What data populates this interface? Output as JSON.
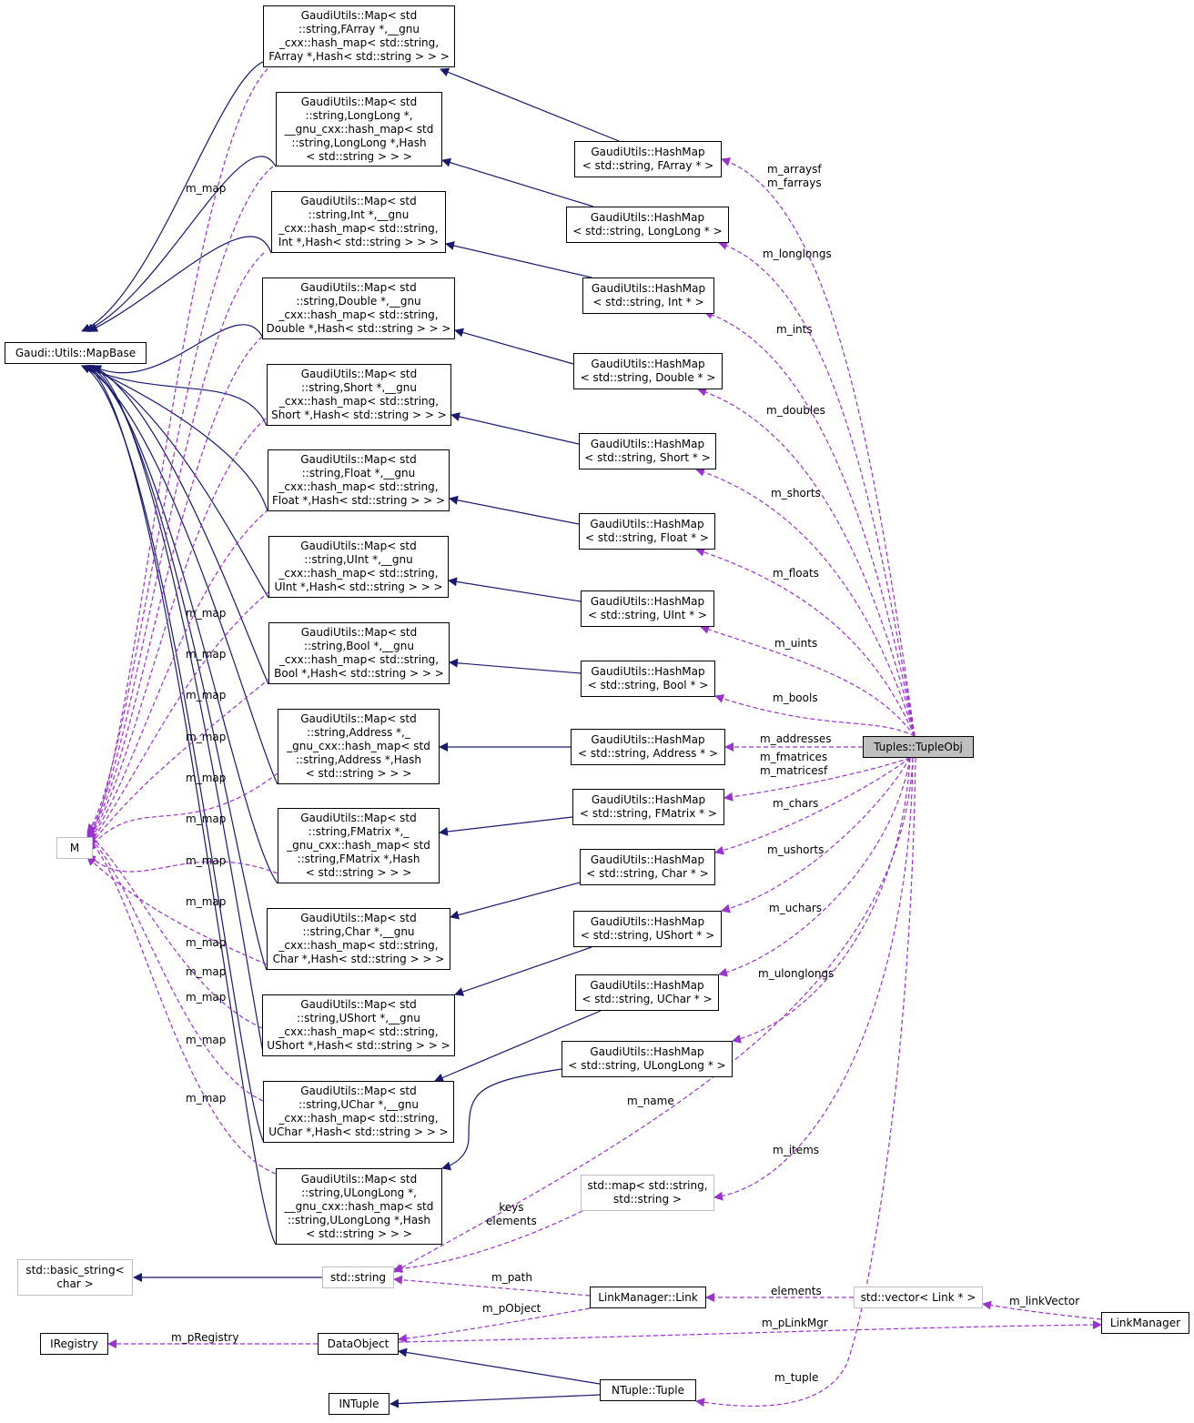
{
  "colors": {
    "inheritance": "#191970",
    "usage": "#9a32cd",
    "highlight_fill": "#bfbfbf",
    "undocumented_border": "#bfbfbf"
  },
  "nodes": {
    "mapbase": "Gaudi::Utils::MapBase",
    "m": "M",
    "map_farray": "GaudiUtils::Map< std\n::string,FArray *,__gnu\n_cxx::hash_map< std::string,\nFArray *,Hash< std::string > > >",
    "map_longlong": "GaudiUtils::Map< std\n::string,LongLong *,\n__gnu_cxx::hash_map< std\n::string,LongLong *,Hash\n< std::string > > >",
    "map_int": "GaudiUtils::Map< std\n::string,Int *,__gnu\n_cxx::hash_map< std::string,\nInt *,Hash< std::string > > >",
    "map_double": "GaudiUtils::Map< std\n::string,Double *,__gnu\n_cxx::hash_map< std::string,\nDouble *,Hash< std::string > > >",
    "map_short": "GaudiUtils::Map< std\n::string,Short *,__gnu\n_cxx::hash_map< std::string,\nShort *,Hash< std::string > > >",
    "map_float": "GaudiUtils::Map< std\n::string,Float *,__gnu\n_cxx::hash_map< std::string,\nFloat *,Hash< std::string > > >",
    "map_uint": "GaudiUtils::Map< std\n::string,UInt *,__gnu\n_cxx::hash_map< std::string,\nUInt *,Hash< std::string > > >",
    "map_bool": "GaudiUtils::Map< std\n::string,Bool *,__gnu\n_cxx::hash_map< std::string,\nBool *,Hash< std::string > > >",
    "map_address": "GaudiUtils::Map< std\n::string,Address *,_\n_gnu_cxx::hash_map< std\n::string,Address *,Hash\n< std::string > > >",
    "map_fmatrix": "GaudiUtils::Map< std\n::string,FMatrix *,_\n_gnu_cxx::hash_map< std\n::string,FMatrix *,Hash\n< std::string > > >",
    "map_char": "GaudiUtils::Map< std\n::string,Char *,__gnu\n_cxx::hash_map< std::string,\nChar *,Hash< std::string > > >",
    "map_ushort": "GaudiUtils::Map< std\n::string,UShort *,__gnu\n_cxx::hash_map< std::string,\nUShort *,Hash< std::string > > >",
    "map_uchar": "GaudiUtils::Map< std\n::string,UChar *,__gnu\n_cxx::hash_map< std::string,\nUChar *,Hash< std::string > > >",
    "map_ulonglong": "GaudiUtils::Map< std\n::string,ULongLong *,\n__gnu_cxx::hash_map< std\n::string,ULongLong *,Hash\n< std::string > > >",
    "hm_farray": "GaudiUtils::HashMap\n< std::string, FArray * >",
    "hm_longlong": "GaudiUtils::HashMap\n< std::string, LongLong * >",
    "hm_int": "GaudiUtils::HashMap\n< std::string, Int * >",
    "hm_double": "GaudiUtils::HashMap\n< std::string, Double * >",
    "hm_short": "GaudiUtils::HashMap\n< std::string, Short * >",
    "hm_float": "GaudiUtils::HashMap\n< std::string, Float * >",
    "hm_uint": "GaudiUtils::HashMap\n< std::string, UInt * >",
    "hm_bool": "GaudiUtils::HashMap\n< std::string, Bool * >",
    "hm_address": "GaudiUtils::HashMap\n< std::string, Address * >",
    "hm_fmatrix": "GaudiUtils::HashMap\n< std::string, FMatrix * >",
    "hm_char": "GaudiUtils::HashMap\n< std::string, Char * >",
    "hm_ushort": "GaudiUtils::HashMap\n< std::string, UShort * >",
    "hm_uchar": "GaudiUtils::HashMap\n< std::string, UChar * >",
    "hm_ulonglong": "GaudiUtils::HashMap\n< std::string, ULongLong * >",
    "tupleobj": "Tuples::TupleObj",
    "stdmap": "std::map< std::string,\nstd::string >",
    "basic_string": "std::basic_string<\nchar >",
    "stdstring": "std::string",
    "link": "LinkManager::Link",
    "vector_link": "std::vector< Link * >",
    "linkmanager": "LinkManager",
    "iregistry": "IRegistry",
    "dataobject": "DataObject",
    "ntuple": "NTuple::Tuple",
    "intuple": "INTuple"
  },
  "edge_labels": {
    "m_map": "m_map",
    "m_arraysf": "m_arraysf\nm_farrays",
    "m_longlongs": "m_longlongs",
    "m_ints": "m_ints",
    "m_doubles": "m_doubles",
    "m_shorts": "m_shorts",
    "m_floats": "m_floats",
    "m_uints": "m_uints",
    "m_bools": "m_bools",
    "m_addresses": "m_addresses",
    "m_fmatrices": "m_fmatrices\nm_matricesf",
    "m_chars": "m_chars",
    "m_ushorts": "m_ushorts",
    "m_uchars": "m_uchars",
    "m_ulonglongs": "m_ulonglongs",
    "m_name": "m_name",
    "m_items": "m_items",
    "keys_elements": "keys\nelements",
    "m_path": "m_path",
    "elements": "elements",
    "m_linkVector": "m_linkVector",
    "m_pObject": "m_pObject",
    "m_pLinkMgr": "m_pLinkMgr",
    "m_pRegistry": "m_pRegistry",
    "m_tuple": "m_tuple"
  }
}
